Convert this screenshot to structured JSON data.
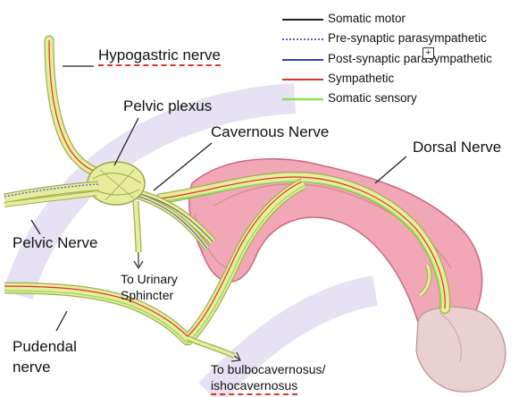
{
  "labels": {
    "hypogastric": "Hypogastric nerve",
    "pelvic_plexus": "Pelvic plexus",
    "cavernous": "Cavernous Nerve",
    "dorsal": "Dorsal Nerve",
    "pelvic_nerve": "Pelvic Nerve",
    "urinary_1": "To Urinary",
    "urinary_2": "Sphincter",
    "pudendal_1": "Pudendal",
    "pudendal_2": "nerve",
    "bulbo_1": "To bulbocavernosus/",
    "bulbo_2": "ishocavernosus"
  },
  "legend": [
    {
      "label": "Somatic motor",
      "color": "#222222",
      "style": "solid"
    },
    {
      "label": "Pre-synaptic parasympathetic",
      "color": "#5b5bd6",
      "style": "dotted"
    },
    {
      "label": "Post-synaptic parasympathetic",
      "color": "#3b3bb0",
      "style": "solid"
    },
    {
      "label": "Sympathetic",
      "color": "#d9342b",
      "style": "solid"
    },
    {
      "label": "Somatic sensory",
      "color": "#8fdc5a",
      "style": "solid"
    }
  ],
  "colors": {
    "nerve_fill": "#e6ee9e",
    "nerve_edge": "#9aa548",
    "tissue_fill": "#f0a3b3",
    "tissue_edge": "#c9697f",
    "glans_fill": "#e8cdcd",
    "watermark": "#ddd6ee"
  },
  "controls": {
    "expand_icon": "plus-square-icon"
  }
}
